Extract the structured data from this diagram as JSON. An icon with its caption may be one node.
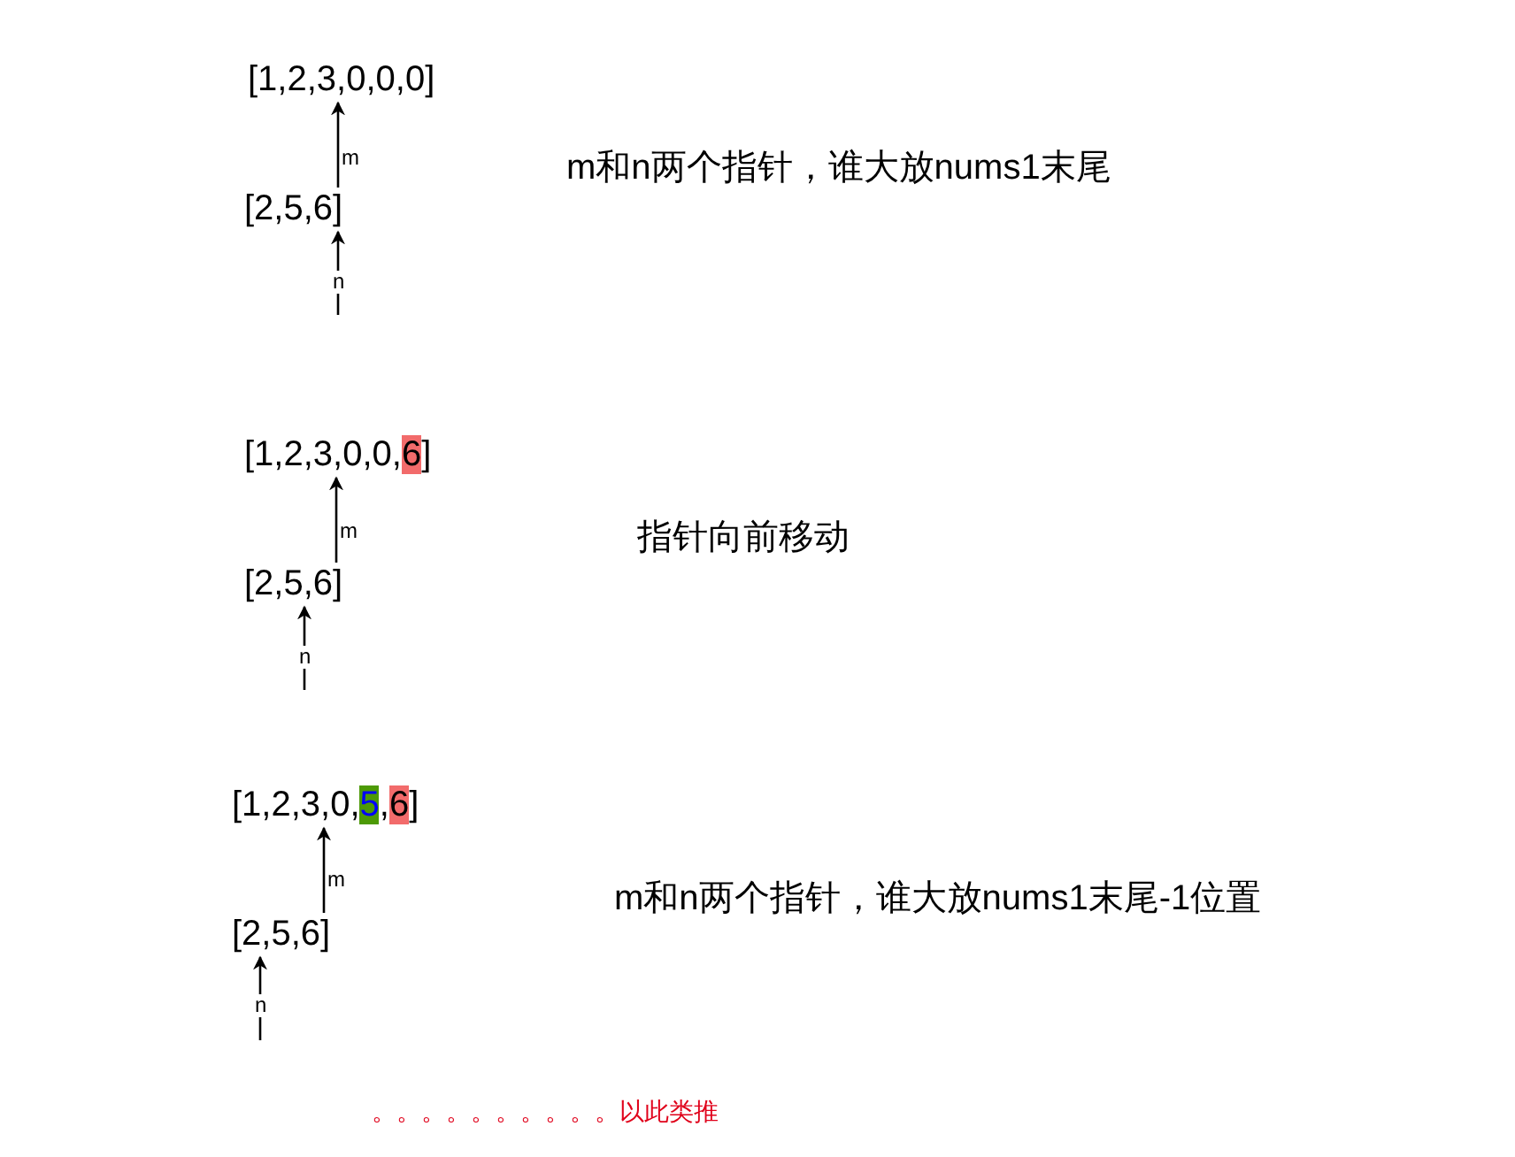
{
  "diagram": {
    "nodes": [
      {
        "text": [
          "[1,2,3,0,0,0]"
        ]
      },
      {
        "text": [
          "[2,5,6]"
        ]
      },
      {
        "text": [
          "[1,2,3,0,0,",
          "6",
          "]"
        ]
      },
      {
        "text": [
          "[2,5,6]"
        ]
      },
      {
        "text": [
          "[1,2,3,0,",
          "5",
          ",",
          "6",
          "]"
        ]
      },
      {
        "text": [
          "[2,5,6]"
        ]
      }
    ],
    "edges": [
      {
        "from": 1,
        "to": 0,
        "arrow": "to",
        "label": "m"
      },
      {
        "from": null,
        "to": 1,
        "arrow": "to",
        "label": "n"
      },
      {
        "from": 3,
        "to": 2,
        "arrow": "to",
        "label": "m"
      },
      {
        "from": null,
        "to": 3,
        "arrow": "to",
        "label": "n"
      },
      {
        "from": 5,
        "to": 4,
        "arrow": "to",
        "label": "m"
      },
      {
        "from": null,
        "to": 5,
        "arrow": "to",
        "label": "n"
      }
    ],
    "labels": [
      "m和n两个指针，谁大放nums1末尾",
      "指针向前移动",
      "m和n两个指针，谁大放nums1末尾-1位置",
      "。。。。。。。。。。以此类推"
    ]
  }
}
